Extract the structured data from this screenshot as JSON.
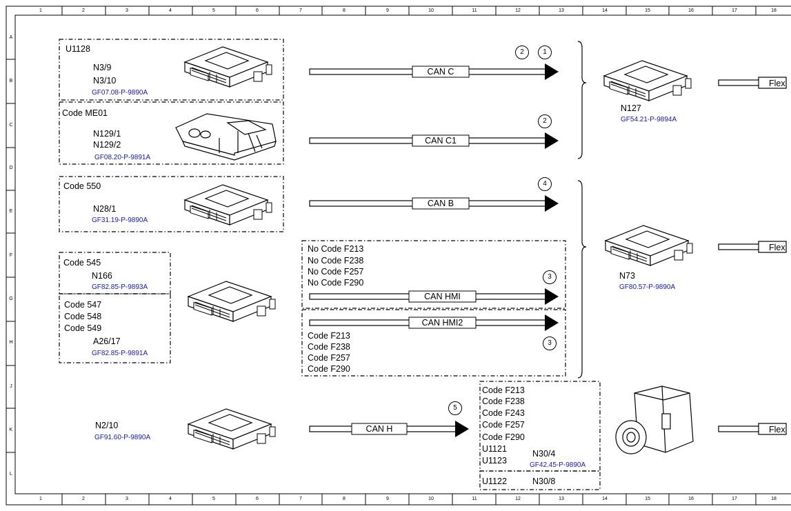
{
  "columns": [
    "1",
    "2",
    "3",
    "4",
    "5",
    "6",
    "7",
    "8",
    "9",
    "10",
    "11",
    "12",
    "13",
    "14",
    "15",
    "16",
    "17",
    "18"
  ],
  "rows": [
    "A",
    "B",
    "C",
    "D",
    "E",
    "F",
    "G",
    "H",
    "J",
    "K",
    "L"
  ],
  "groups": {
    "u1128": {
      "title": "U1128",
      "l1": "N3/9",
      "l2": "N3/10",
      "ref": "GF07.08-P-9890A"
    },
    "me01": {
      "title": "Code ME01",
      "l1": "N129/1",
      "l2": "N129/2",
      "ref": "GF08.20-P-9891A"
    },
    "c550": {
      "title": "Code 550",
      "l1": "N28/1",
      "ref": "GF31.19-P-9890A"
    },
    "c545": {
      "title": "Code 545",
      "l1": "N166",
      "ref": "GF82.85-P-9893A"
    },
    "c547": {
      "l1": "Code 547",
      "l2": "Code 548",
      "l3": "Code 549",
      "l4": "A26/17",
      "ref": "GF82.85-P-9891A"
    },
    "n210": {
      "l1": "N2/10",
      "ref": "GF91.60-P-9890A"
    },
    "hmi_no": {
      "l1": "No Code F213",
      "l2": "No Code F238",
      "l3": "No Code F257",
      "l4": "No Code F290"
    },
    "hmi2": {
      "l1": "Code F213",
      "l2": "Code F238",
      "l3": "Code F257",
      "l4": "Code F290"
    },
    "n304": {
      "l1": "Code F213",
      "l2": "Code F238",
      "l3": "Code F243",
      "l4": "Code F257",
      "l5": "Code F290",
      "l6": "U1121",
      "l7": "U1123",
      "name": "N30/4",
      "ref": "GF42.45-P-9890A"
    },
    "n308": {
      "l1": "U1122",
      "name": "N30/8"
    }
  },
  "buses": {
    "can_c": "CAN C",
    "can_c1": "CAN C1",
    "can_b": "CAN B",
    "can_hmi": "CAN HMI",
    "can_hmi2": "CAN HMI2",
    "can_h": "CAN H"
  },
  "markers": {
    "m_c_a": "2",
    "m_c_b": "1",
    "m_c1": "2",
    "m_b": "4",
    "m_hmi": "3",
    "m_hmi2": "3",
    "m_h": "5"
  },
  "right": {
    "n127": {
      "name": "N127",
      "ref": "GF54.21-P-9894A"
    },
    "n73": {
      "name": "N73",
      "ref": "GF80.57-P-9890A"
    },
    "flex1": "Flex",
    "flex2": "Flex",
    "flex3": "Flex"
  }
}
